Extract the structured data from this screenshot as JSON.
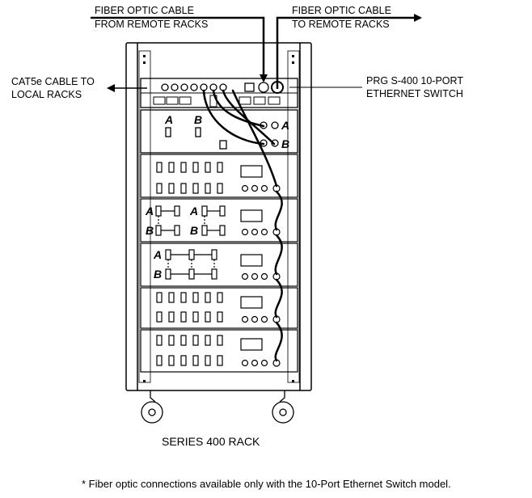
{
  "labels": {
    "fiber_from_line1": "FIBER OPTIC CABLE",
    "fiber_from_line2": "FROM REMOTE RACKS",
    "fiber_to_line1": "FIBER OPTIC CABLE",
    "fiber_to_line2": "TO REMOTE RACKS",
    "cat5e_line1": "CAT5e CABLE TO",
    "cat5e_line2": "LOCAL RACKS",
    "switch_line1": "PRG S-400 10-PORT",
    "switch_line2": "ETHERNET SWITCH",
    "rack_caption": "SERIES 400 RACK",
    "footnote": "* Fiber optic connections available only with the 10-Port Ethernet Switch model."
  },
  "module_letters": {
    "a": "A",
    "b": "B"
  }
}
